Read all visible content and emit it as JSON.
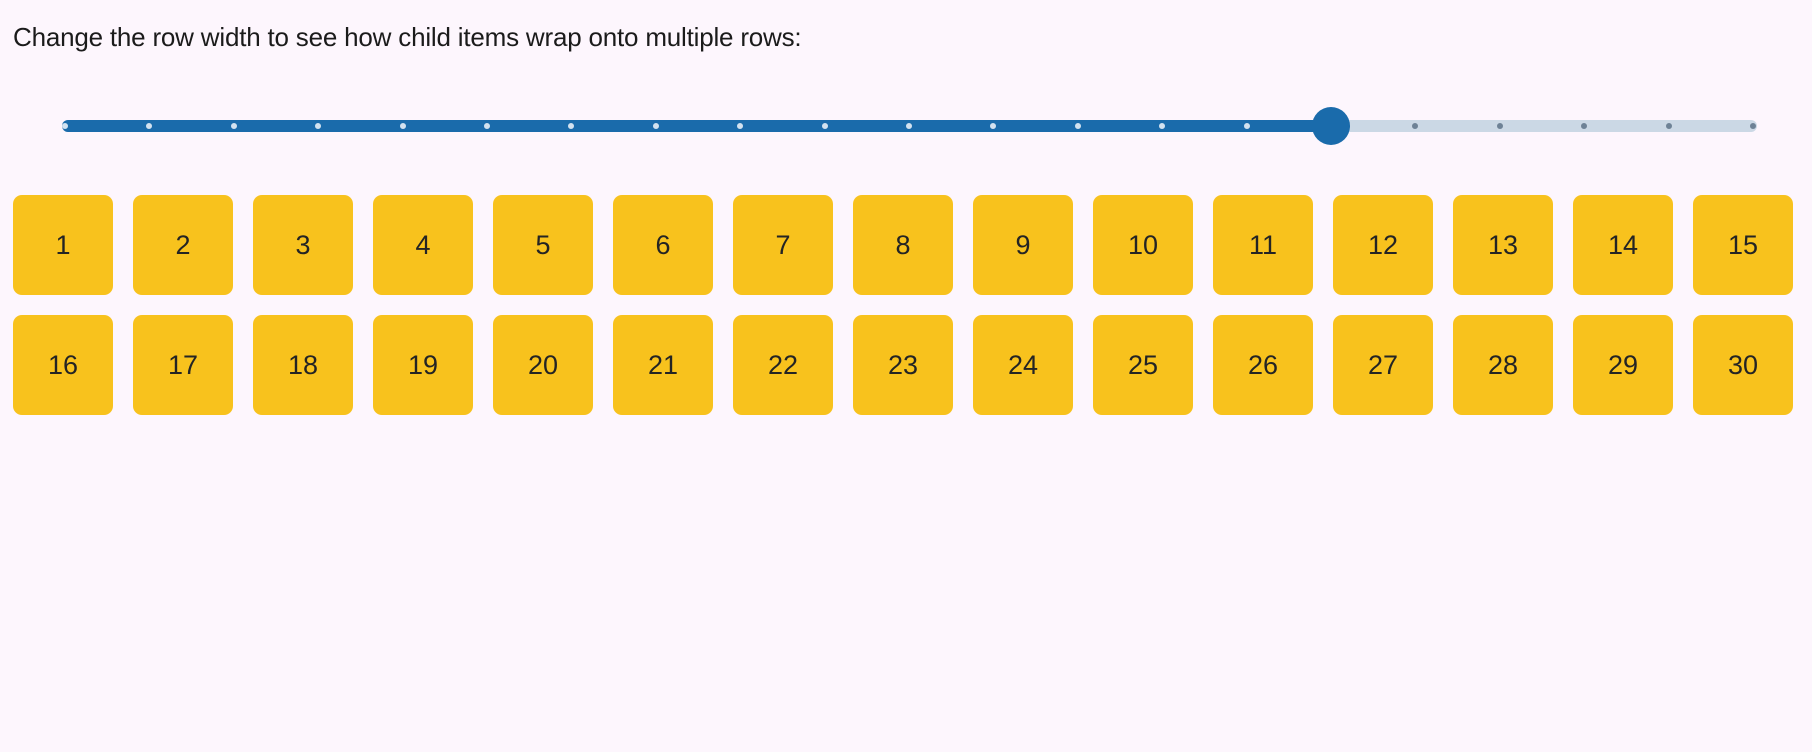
{
  "app": {
    "background_color": "#FDF6FD"
  },
  "instruction": {
    "text": "Change the row width to see how child items wrap onto multiple rows:"
  },
  "slider": {
    "min": 0,
    "max": 20,
    "value": 15,
    "tick_count": 21,
    "accent_color": "#1A6BAB",
    "rest_track_color": "#CBD8E5",
    "tick_color_on_fill": "#D2E2F0",
    "tick_color_on_rest": "#6E8296"
  },
  "wrap_panel": {
    "item_color": "#F8C21D",
    "item_text_color": "#242424",
    "items": [
      "1",
      "2",
      "3",
      "4",
      "5",
      "6",
      "7",
      "8",
      "9",
      "10",
      "11",
      "12",
      "13",
      "14",
      "15",
      "16",
      "17",
      "18",
      "19",
      "20",
      "21",
      "22",
      "23",
      "24",
      "25",
      "26",
      "27",
      "28",
      "29",
      "30"
    ]
  }
}
